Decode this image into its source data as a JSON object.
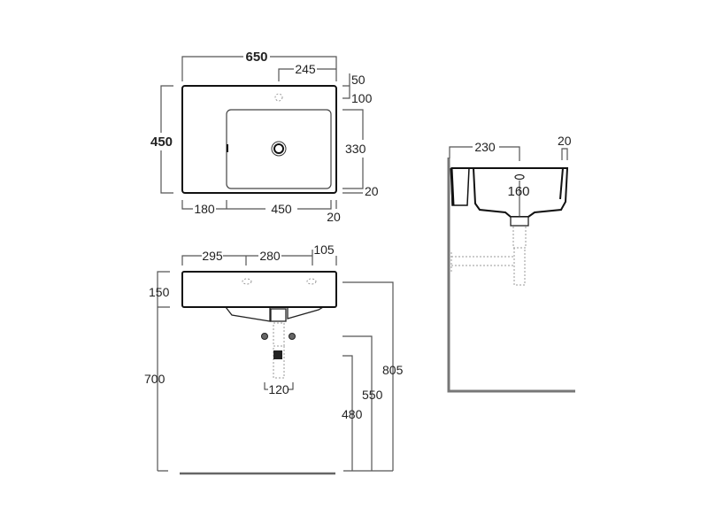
{
  "top_view": {
    "width_total": "650",
    "tap_offset": "245",
    "edge_top": "50",
    "bowl_top_offset": "100",
    "bowl_depth": "330",
    "bowl_bottom_edge": "20",
    "depth_total": "450",
    "left_deck": "180",
    "bowl_width": "450",
    "right_edge": "20"
  },
  "front_view": {
    "left_hole": "295",
    "hole_spacing": "280",
    "right_hole": "105",
    "basin_height": "150",
    "mount_height": "700",
    "trap_width": "120",
    "overall_height": "805",
    "upper_supply": "550",
    "lower_supply": "480"
  },
  "side_view": {
    "projection": "230",
    "rim": "20",
    "bowl_depth": "160"
  }
}
